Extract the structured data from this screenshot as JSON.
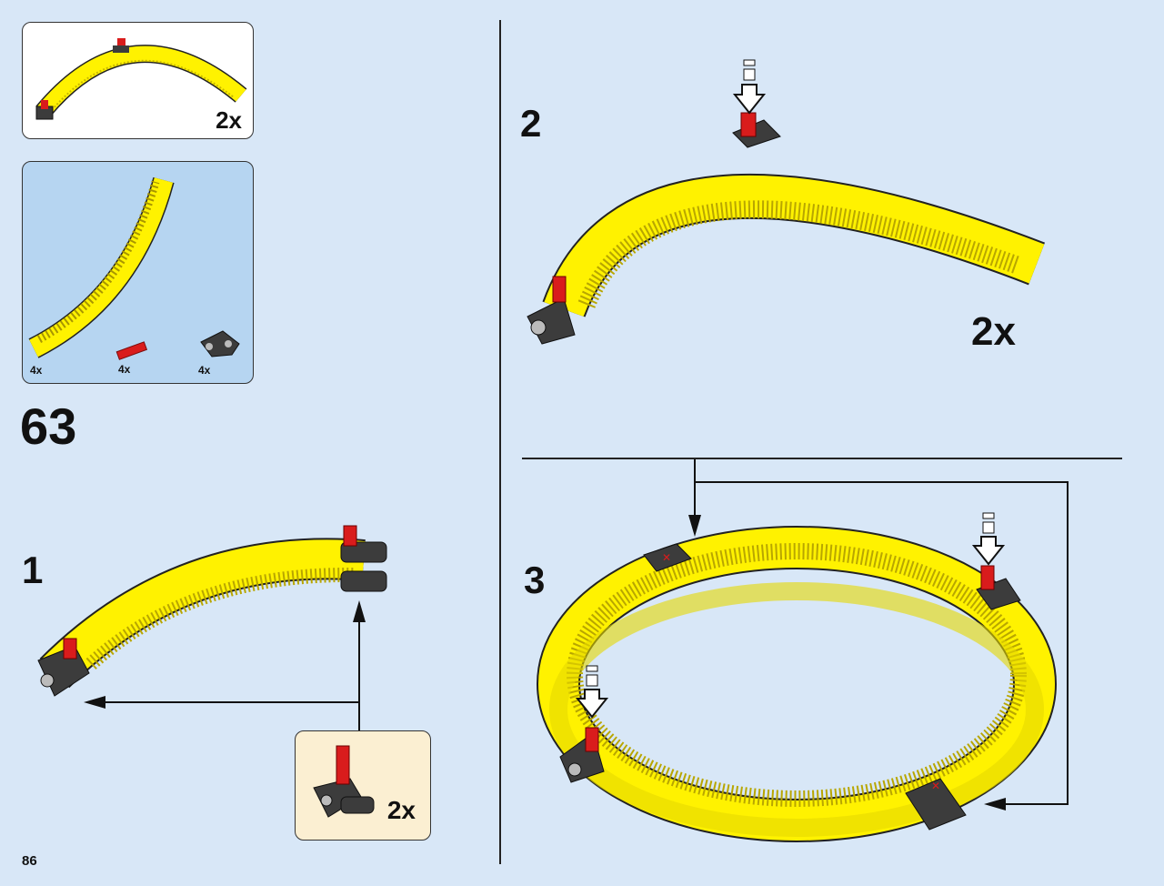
{
  "page_number": "86",
  "step_number": "63",
  "callout_top": {
    "multiplier": "2x"
  },
  "parts_list": {
    "items": [
      {
        "icon": "curved-gear-rack-icon",
        "qty": "4x"
      },
      {
        "icon": "red-axle-pin-icon",
        "qty": "4x"
      },
      {
        "icon": "gray-connector-icon",
        "qty": "4x"
      }
    ]
  },
  "substeps": [
    {
      "number": "1",
      "sub_callout_multiplier": "2x"
    },
    {
      "number": "2",
      "multiplier": "2x"
    },
    {
      "number": "3"
    }
  ],
  "colors": {
    "background": "#d8e7f7",
    "parts_panel": "#b6d5f1",
    "sub_callout": "#fbefd2",
    "yellow_part": "#fff200",
    "red_part": "#d91c1c",
    "gray_part": "#3c3c3c"
  }
}
